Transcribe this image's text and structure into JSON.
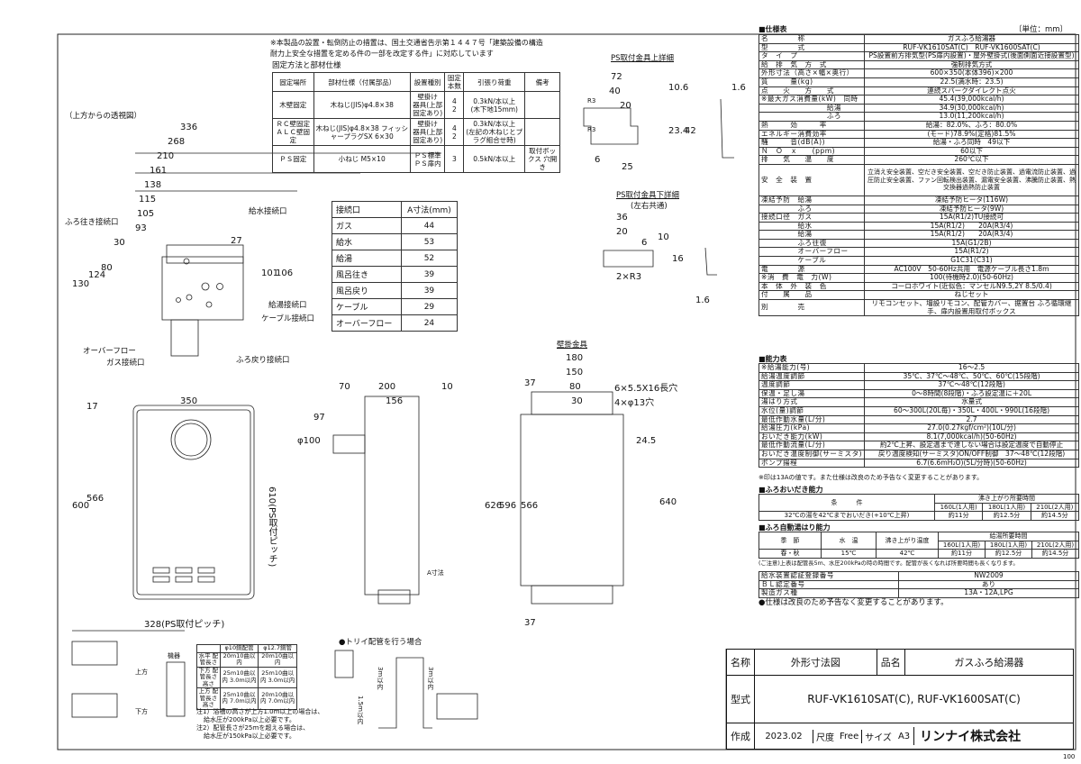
{
  "doc": {
    "top_note": "※本製品の設置・転倒防止の措置は、国土交通省告示第１４４７号「建築設備の構造耐力上安全な措置を定める件の一部を改定する件」に対応しています",
    "fixing_title": "固定方法と部材仕様",
    "fixing_headers": [
      "固定場所",
      "部材仕様（付属部品）",
      "設置種別",
      "固定本数",
      "引張り荷重",
      "備考"
    ],
    "fixing_rows": [
      {
        "place": "木壁固定",
        "part": "木ねじ(JIS)φ4.8×38",
        "kind": [
          "壁掛け",
          "器具(上部固定あり)"
        ],
        "count": [
          "4",
          "2"
        ],
        "load": [
          "0.3kN/本以上",
          "(木下地15mm)"
        ],
        "note": ""
      },
      {
        "place": "ＲＣ壁固定 ＡＬＣ壁固定",
        "part": "木ねじ(JIS)φ4.8×38 フィッシャープラグSX 6×30",
        "kind": [
          "壁掛け",
          "器具(上部固定あり)"
        ],
        "count": [
          "4",
          "2"
        ],
        "load": [
          "0.3kN/本以上",
          "(左記の木ねじとプラグ組合せ時)"
        ],
        "note": ""
      },
      {
        "place": "ＰＳ固定",
        "part": "小ねじ M5×10",
        "kind": [
          "ＰＳ標準",
          "ＰＳ扉内"
        ],
        "count": [
          "",
          "3"
        ],
        "load": [
          "",
          "0.5kN/本以上"
        ],
        "note": "取付ボックス 穴開き"
      }
    ],
    "top_view_label": "（上方からの透視図）",
    "dims_top": [
      "336",
      "268",
      "210",
      "161",
      "138",
      "115",
      "105",
      "93"
    ],
    "dims_top_v": [
      "30",
      "27",
      "130",
      "124",
      "80",
      "101",
      "106"
    ],
    "conn_labels": {
      "furo_iki": "ふろ往き接続口",
      "kyusui": "給水接続口",
      "kyuto": "給湯接続口",
      "cable": "ケーブル接続口",
      "furo_modori": "ふろ戻り接続口",
      "gas": "ガス接続口",
      "overflow": "オーバーフロー"
    },
    "a_table": {
      "headers": [
        "接続口",
        "A寸法(mm)"
      ],
      "rows": [
        [
          "ガス",
          "44"
        ],
        [
          "給水",
          "53"
        ],
        [
          "給湯",
          "52"
        ],
        [
          "風呂往き",
          "39"
        ],
        [
          "風呂戻り",
          "39"
        ],
        [
          "ケーブル",
          "29"
        ],
        [
          "オーバーフロー",
          "24"
        ]
      ]
    },
    "ps_top_title": "PS取付金具上詳細",
    "ps_top_dims": [
      "72",
      "40",
      "10.6",
      "20",
      "23.4",
      "42",
      "6",
      "25",
      "1.6",
      "R3",
      "R3"
    ],
    "ps_bottom_title": "PS取付金具下詳細",
    "ps_bottom_sub": "(左右共通)",
    "ps_bottom_dims": [
      "36",
      "20",
      "6",
      "10",
      "16",
      "2×R3",
      "1.6"
    ],
    "wall_title": "壁掛金具",
    "wall_dims": [
      "180",
      "150",
      "80",
      "30",
      "6×5.5X16長穴",
      "4×φ13穴",
      "37",
      "24.5",
      "626",
      "596",
      "566",
      "640",
      "37"
    ],
    "front_dims": [
      "350",
      "17",
      "600",
      "566",
      "610(PS取付ピッチ)",
      "328(PS取付ピッチ)"
    ],
    "side_dims": [
      "70",
      "200",
      "10",
      "156",
      "97",
      "φ100",
      "A寸法"
    ],
    "pipe_note_title": "●トリイ配管を行う場合",
    "pipe_headers": [
      "",
      "φ10銅配管",
      "φ12.7銅管"
    ],
    "pipe_rows": [
      [
        "水平",
        "配管長さ",
        "20m10曲以内",
        "20m10曲以内"
      ],
      [
        "下方",
        "配管長さ 高さ",
        "25m10曲以内 3.0m以内",
        "25m10曲以内 3.0m以内"
      ],
      [
        "上方",
        "配管長さ 高さ",
        "25m10曲以内 7.0m以内",
        "20m10曲以内 7.0m以内"
      ]
    ],
    "pipe_notes": [
      "注1）浴槽の高さが上方1.0m以上の場合は、",
      "給水圧が200kPa以上必要です。",
      "注2）配管長さが25ｍを超える場合は、",
      "給水圧が150kPa以上必要です。"
    ],
    "pipe_labels": [
      "上方",
      "下方",
      "機器",
      "3m以内",
      "3m以内",
      "1.5m以内"
    ],
    "spec": {
      "title": "■仕様表",
      "unit": "〔単位：mm〕",
      "rows": [
        [
          "名　　　　称",
          "ガスふろ給湯器"
        ],
        [
          "型　　　　式",
          "RUF-VK1610SAT(C)　RUF-VK1600SAT(C)"
        ],
        [
          "タ　イ　プ",
          "PS設置前方排気型(PS扉内設置)・屋外壁掛式(後面側面近接設置型)"
        ],
        [
          "給　排　気　方　式",
          "強制排気方式"
        ],
        [
          "外形寸法（高さ×幅×奥行）",
          "600×350(本体396)×200"
        ],
        [
          "質　　　量(kg)",
          "22.5(満水時：23.5)"
        ],
        [
          "点　　火　　方　　式",
          "連続スパークダイレクト点火"
        ],
        [
          "※最大ガス消費量(kW)　同時",
          "45.4(39,000kcal/h)"
        ],
        [
          "　　　　　　　　　給湯",
          "34.9(30,000kcal/h)"
        ],
        [
          "　　　　　　　　　ふろ",
          "13.0(11,200kcal/h)"
        ],
        [
          "熱　　　効　　　率",
          "給湯：82.0%、ふろ：80.0%"
        ],
        [
          "エネルギー消費効率",
          "(モード)78.9%(定格)81.5%"
        ],
        [
          "騒　　　音(dB(A))",
          "給湯・ふろ同時　49以下"
        ],
        [
          "Ｎ　Ｏ　ｘ　　(ppm)",
          "60以下"
        ],
        [
          "排　　気　　温　　度",
          "260℃以下"
        ],
        [
          "安　全　装　置",
          "立消え安全装置、空だき安全装置、空だき防止装置、過電流防止装置、過圧防止安全装置、ファン回転検出装置、漏電安全装置、沸騰防止装置、熱交換器過熱防止装置"
        ],
        [
          "凍結予防　給湯",
          "凍結予防ヒータ(116W)"
        ],
        [
          "　　　　　ふろ",
          "凍結予防ヒータ(9W)"
        ],
        [
          "接続口径　ガス",
          "15A(R1/2)TU接続可"
        ],
        [
          "　　　　　給水",
          "15A(R1/2)　　20A(R3/4)"
        ],
        [
          "　　　　　給湯",
          "15A(R1/2)　　20A(R3/4)"
        ],
        [
          "　　　　　ふろ往復",
          "15A(G1/2B)"
        ],
        [
          "　　　　　オーバーフロー",
          "15A(R1/2)"
        ],
        [
          "　　　　　ケーブル",
          "G1C31(C31)"
        ],
        [
          "電　　　　源",
          "AC100V　50-60Hz共用　電源ケーブル長さ1.8m"
        ],
        [
          "※消　費　電　力(W)",
          "100(待機時2.0)(50-60Hz)"
        ],
        [
          "本　体　外　装　色",
          "コーロホワイト(近似色：マンセルN9.5,2Y 8.5/0.4)"
        ],
        [
          "付　　属　　品",
          "ねじセット"
        ],
        [
          "別　　　　売",
          "リモコンセット、増設リモコン、配管カバー、据置台 ふろ循環継手、扉内設置用取付ボックス"
        ]
      ],
      "perf_title": "■能力表",
      "perf_rows": [
        [
          "※給湯能力(号)",
          "16～2.5"
        ],
        [
          "給湯温度調節",
          "35℃、37℃～48℃、50℃、60℃(15段階)"
        ],
        [
          "温度調節",
          "37℃～48℃(12段階)"
        ],
        [
          "保温・足し湯",
          "0～8時間(8段階)・ふろ設定温に＋20L"
        ],
        [
          "湯はり方式",
          "水量式"
        ],
        [
          "水位(量)調節",
          "60～300L(20L毎)・350L・400L・990L(16段階)"
        ],
        [
          "最低作動水量(L/分)",
          "2.7"
        ],
        [
          "給湯圧力(kPa)",
          "27.0(0.27kgf/cm²)(10L/分)"
        ],
        [
          "おいだき能力(kW)",
          "8.1(7,000kcal/h)(50-60Hz)"
        ],
        [
          "最低作動流量(L/分)",
          "約2℃上昇、設定温まで達しない場合は設定温度で自動停止"
        ],
        [
          "おいだき温度制御(サーミスタ)",
          "戻り温度検知(サーミスタ)ON/OFF制御　37～48℃(12段階)"
        ],
        [
          "ポンプ揚程",
          "6.7(6.6mH₂O)(5L/分時)(50-60Hz)"
        ]
      ],
      "perf_note": "※印は13Aの値です。また仕様は改良のため予告なく変更することがあります。",
      "oidaki_title": "■ふろおいだき能力",
      "oidaki_head": [
        "条　　　件",
        "沸き上がり所要時間"
      ],
      "oidaki_sub": [
        "160L(1人用)",
        "180L(1人用)",
        "210L(2人用)"
      ],
      "oidaki_row": [
        "32℃の湯を42℃までおいだき(+10℃上昇)",
        "約11分",
        "約12.5分",
        "約14.5分"
      ],
      "yuhari_title": "■ふろ自動湯はり能力",
      "yuhari_head": [
        "季　節",
        "水　温",
        "沸き上がり温度",
        "給湯所要時間"
      ],
      "yuhari_sub": [
        "160L(1人用)",
        "180L(1人用)",
        "210L(2人用)"
      ],
      "yuhari_row": [
        "春・秋",
        "15℃",
        "42℃",
        "約11分",
        "約12.5分",
        "約14.5分"
      ],
      "yuhari_note": "(ご注意)上表は配管長5m、水圧200kPaの時の時間です。配管が長くなれば所要時間も長くなります。",
      "cert_rows": [
        [
          "給水装置認証登録番号",
          "NW2009"
        ],
        [
          "ＢＬ認定番号",
          "あり"
        ],
        [
          "製造ガス種",
          "13A・12A,LPG"
        ]
      ],
      "bottom_note": "●仕様は改良のため予告なく変更することがあります。"
    },
    "titleblock": {
      "name_label": "名称",
      "name_value": "外形寸法図",
      "product_label": "品名",
      "product_value": "ガスふろ給湯器",
      "model_label": "型式",
      "model_value": "RUF-VK1610SAT(C), RUF-VK1600SAT(C)",
      "made_label": "作成",
      "date": "2023.02",
      "scale_label": "尺度",
      "scale_value": "Free",
      "size_label": "サイズ",
      "size_value": "A3",
      "company": "リンナイ株式会社",
      "page": "100"
    }
  }
}
